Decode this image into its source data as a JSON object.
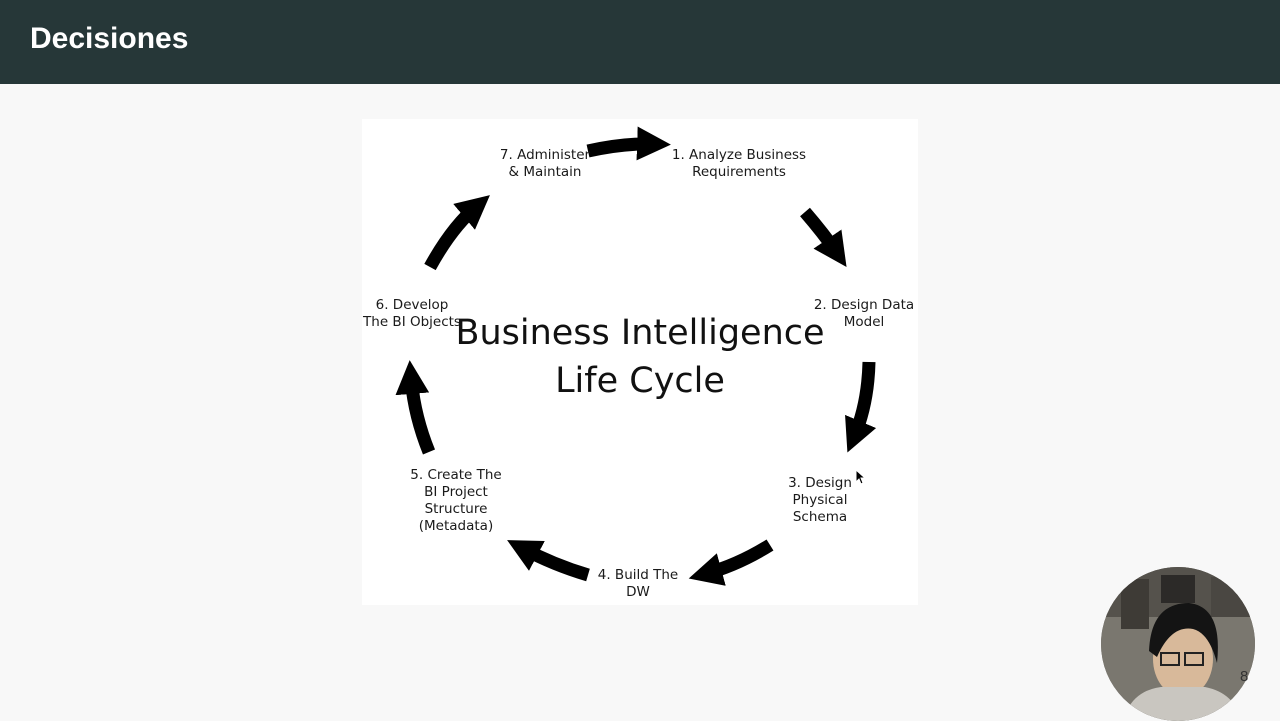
{
  "header": {
    "title": "Decisiones",
    "bg_color": "#263738"
  },
  "diagram": {
    "title_line1": "Business Intelligence",
    "title_line2": "Life Cycle",
    "steps": [
      {
        "id": "analyze",
        "label": "1. Analyze Business\nRequirements"
      },
      {
        "id": "design-data-model",
        "label": "2. Design Data\nModel"
      },
      {
        "id": "design-physical-schema",
        "label": "3. Design\nPhysical\nSchema"
      },
      {
        "id": "build-dw",
        "label": "4. Build The\nDW"
      },
      {
        "id": "create-bi-project",
        "label": "5. Create The\nBI Project\nStructure\n(Metadata)"
      },
      {
        "id": "develop-bi-objects",
        "label": "6. Develop\nThe BI Objects"
      },
      {
        "id": "administer",
        "label": "7. Administer\n& Maintain"
      }
    ],
    "arrow_color": "#000000"
  },
  "page_number": "8"
}
